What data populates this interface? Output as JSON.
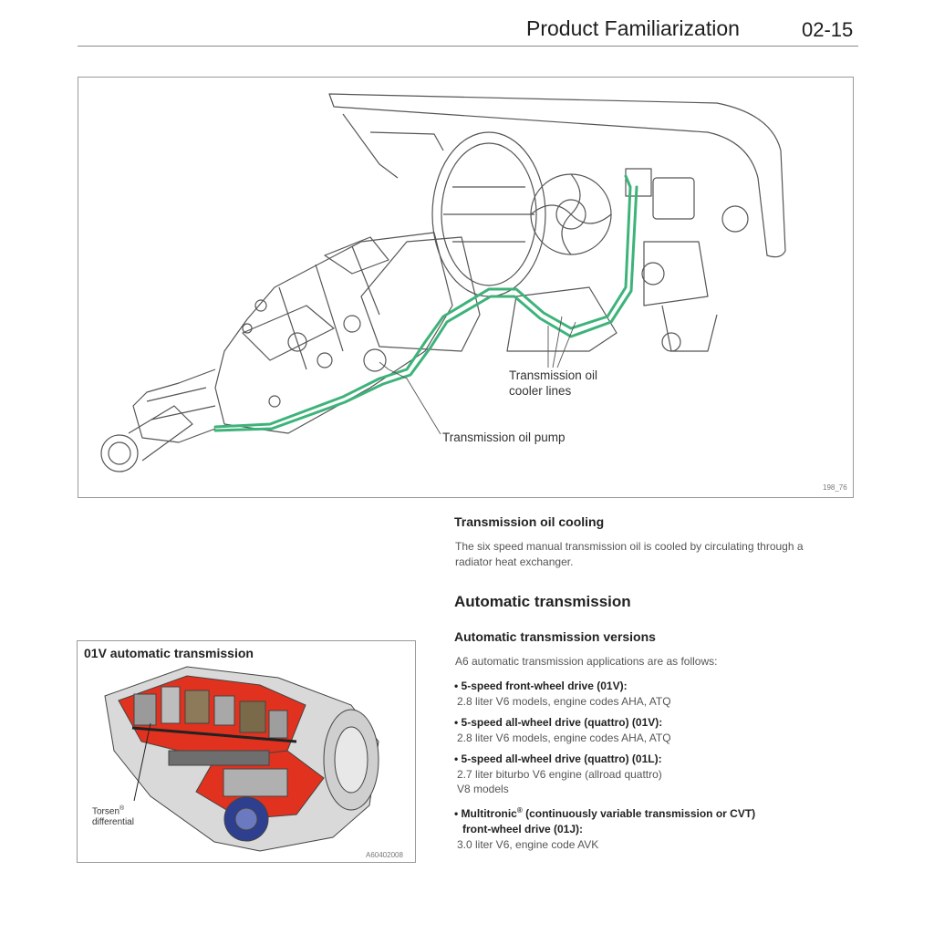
{
  "header": {
    "title": "Product Familiarization",
    "page": "02-15"
  },
  "figure_main": {
    "callout_cooler": [
      "Transmission oil",
      "cooler lines"
    ],
    "callout_pump": "Transmission oil pump",
    "figure_id": "198_76"
  },
  "cooling": {
    "heading": "Transmission oil cooling",
    "text": "The six speed manual transmission oil is cooled by circulating through a radiator heat exchanger."
  },
  "automatic": {
    "heading": "Automatic transmission",
    "subheading": "Automatic transmission versions",
    "intro": "A6 automatic transmission applications are as follows:",
    "items": [
      {
        "head": "• 5-speed front-wheel drive (01V):",
        "lines": [
          "2.8 liter V6 models, engine codes AHA, ATQ"
        ]
      },
      {
        "head": "• 5-speed all-wheel drive (quattro) (01V):",
        "lines": [
          "2.8 liter V6 models, engine codes AHA, ATQ"
        ]
      },
      {
        "head": "• 5-speed all-wheel drive (quattro) (01L):",
        "lines": [
          "2.7 liter biturbo V6 engine (allroad quattro)",
          "V8 models"
        ]
      },
      {
        "head_a": "• Multitronic",
        "head_sup": "®",
        "head_b": " (continuously variable transmission or CVT)",
        "head_c": "front-wheel drive (01J):",
        "lines": [
          "3.0 liter V6, engine code AVK"
        ]
      }
    ]
  },
  "figure_small": {
    "title": "01V automatic transmission",
    "callout_a": "Torsen",
    "callout_sup": "®",
    "callout_b": "differential",
    "figure_id": "A60402008"
  },
  "colors": {
    "cooler_line": "#3db37a",
    "cutaway_red": "#e0321e"
  }
}
